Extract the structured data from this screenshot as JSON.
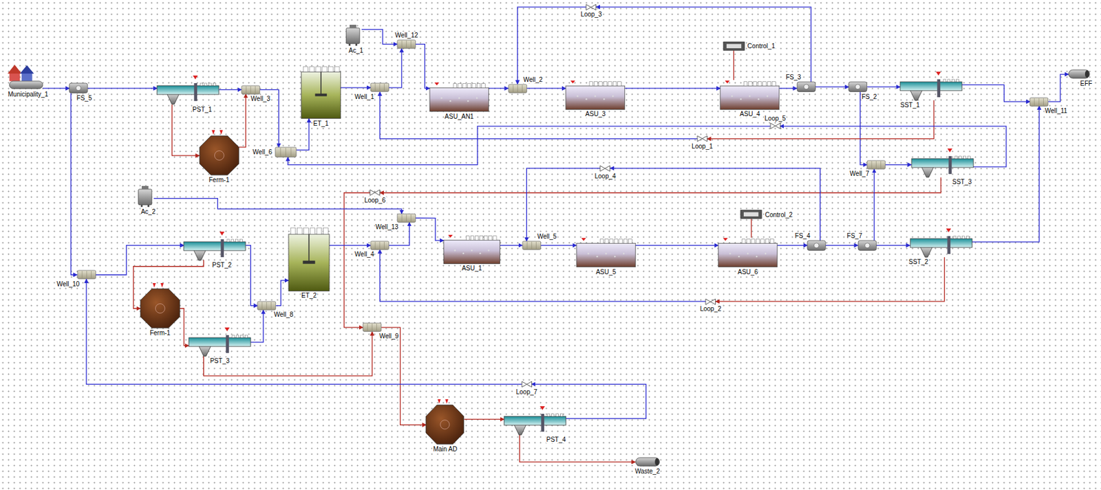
{
  "diagram": {
    "nodes": [
      {
        "text": [
          "Municipality_1"
        ]
      },
      {
        "text": [
          "FS_5"
        ]
      },
      {
        "text": [
          "PST_1"
        ]
      },
      {
        "text": [
          "Well_3"
        ]
      },
      {
        "text": [
          "Ferm-1"
        ]
      },
      {
        "text": [
          "Well_6"
        ]
      },
      {
        "text": [
          "ET_1"
        ]
      },
      {
        "text": [
          "Ac_1"
        ]
      },
      {
        "text": [
          "Well_12"
        ]
      },
      {
        "text": [
          "Well_1"
        ]
      },
      {
        "text": [
          "ASU_AN1"
        ]
      },
      {
        "text": [
          "Well_2"
        ]
      },
      {
        "text": [
          "ASU_3"
        ]
      },
      {
        "text": [
          "ASU_4"
        ]
      },
      {
        "text": [
          "Control_1"
        ]
      },
      {
        "text": [
          "FS_3"
        ]
      },
      {
        "text": [
          "FS_2"
        ]
      },
      {
        "text": [
          "SST_1"
        ]
      },
      {
        "text": [
          "Well_11"
        ]
      },
      {
        "text": [
          "EFF"
        ]
      },
      {
        "text": [
          "Loop_3"
        ]
      },
      {
        "text": [
          "Loop_1"
        ]
      },
      {
        "text": [
          "Loop_5"
        ]
      },
      {
        "text": [
          "SST_3"
        ]
      },
      {
        "text": [
          "Well_7"
        ]
      },
      {
        "text": [
          "Loop_4"
        ]
      },
      {
        "text": [
          "Loop_6"
        ]
      },
      {
        "text": [
          "Ac_2"
        ]
      },
      {
        "text": [
          "Well_13"
        ]
      },
      {
        "text": [
          "Well_4"
        ]
      },
      {
        "text": [
          "ASU_1"
        ]
      },
      {
        "text": [
          "Well_5"
        ]
      },
      {
        "text": [
          "ASU_5"
        ]
      },
      {
        "text": [
          "ASU_6"
        ]
      },
      {
        "text": [
          "Control_2"
        ]
      },
      {
        "text": [
          "FS_4"
        ]
      },
      {
        "text": [
          "FS_7"
        ]
      },
      {
        "text": [
          "SST_2"
        ]
      },
      {
        "text": [
          "Loop_2"
        ]
      },
      {
        "text": [
          "Well_10"
        ]
      },
      {
        "text": [
          "PST_2"
        ]
      },
      {
        "text": [
          "Ferm-1"
        ]
      },
      {
        "text": [
          "Well_8"
        ]
      },
      {
        "text": [
          "PST_3"
        ]
      },
      {
        "text": [
          "ET_2"
        ]
      },
      {
        "text": [
          "Well_9"
        ]
      },
      {
        "text": [
          "Loop_7"
        ]
      },
      {
        "text": [
          "Main AD"
        ]
      },
      {
        "text": [
          "PST_4"
        ]
      },
      {
        "text": [
          "Waste_2"
        ]
      }
    ],
    "edges": [
      {
        "from": 0,
        "to": 1,
        "arrow": "to"
      },
      {
        "from": 1,
        "to": 2,
        "arrow": "to"
      },
      {
        "from": 1,
        "to": 39,
        "arrow": "to"
      },
      {
        "from": 2,
        "to": 3,
        "arrow": "to"
      },
      {
        "from": 2,
        "to": 4,
        "arrow": "to"
      },
      {
        "from": 4,
        "to": 3,
        "arrow": "to"
      },
      {
        "from": 3,
        "to": 5,
        "arrow": "to"
      },
      {
        "from": 5,
        "to": 6,
        "arrow": "to"
      },
      {
        "from": 6,
        "to": 9,
        "arrow": "to"
      },
      {
        "from": 9,
        "to": 8,
        "arrow": "to"
      },
      {
        "from": 7,
        "to": 8,
        "arrow": "to"
      },
      {
        "from": 8,
        "to": 10,
        "arrow": "to"
      },
      {
        "from": 10,
        "to": 11,
        "arrow": "to"
      },
      {
        "from": 11,
        "to": 12,
        "arrow": "to"
      },
      {
        "from": 12,
        "to": 13,
        "arrow": "to"
      },
      {
        "from": 14,
        "to": 13,
        "arrow": "none"
      },
      {
        "from": 13,
        "to": 15,
        "arrow": "to"
      },
      {
        "from": 15,
        "to": 20,
        "arrow": "to"
      },
      {
        "from": 20,
        "to": 11,
        "arrow": "to"
      },
      {
        "from": 15,
        "to": 16,
        "arrow": "to"
      },
      {
        "from": 16,
        "to": 17,
        "arrow": "to"
      },
      {
        "from": 16,
        "to": 24,
        "arrow": "to"
      },
      {
        "from": 17,
        "to": 18,
        "arrow": "to"
      },
      {
        "from": 18,
        "to": 19,
        "arrow": "to"
      },
      {
        "from": 17,
        "to": 21,
        "arrow": "to"
      },
      {
        "from": 21,
        "to": 9,
        "arrow": "to"
      },
      {
        "from": 24,
        "to": 23,
        "arrow": "to"
      },
      {
        "from": 23,
        "to": 22,
        "arrow": "to"
      },
      {
        "from": 22,
        "to": 5,
        "arrow": "to"
      },
      {
        "from": 23,
        "to": 26,
        "arrow": "to"
      },
      {
        "from": 26,
        "to": 45,
        "arrow": "to"
      },
      {
        "from": 35,
        "to": 25,
        "arrow": "to"
      },
      {
        "from": 25,
        "to": 31,
        "arrow": "to"
      },
      {
        "from": 27,
        "to": 28,
        "arrow": "to"
      },
      {
        "from": 29,
        "to": 28,
        "arrow": "to"
      },
      {
        "from": 28,
        "to": 30,
        "arrow": "to"
      },
      {
        "from": 30,
        "to": 31,
        "arrow": "to"
      },
      {
        "from": 31,
        "to": 32,
        "arrow": "to"
      },
      {
        "from": 32,
        "to": 33,
        "arrow": "to"
      },
      {
        "from": 34,
        "to": 33,
        "arrow": "none"
      },
      {
        "from": 33,
        "to": 35,
        "arrow": "to"
      },
      {
        "from": 35,
        "to": 36,
        "arrow": "to"
      },
      {
        "from": 36,
        "to": 37,
        "arrow": "to"
      },
      {
        "from": 36,
        "to": 24,
        "arrow": "to"
      },
      {
        "from": 37,
        "to": 18,
        "arrow": "to"
      },
      {
        "from": 37,
        "to": 38,
        "arrow": "to"
      },
      {
        "from": 38,
        "to": 29,
        "arrow": "to"
      },
      {
        "from": 39,
        "to": 40,
        "arrow": "to"
      },
      {
        "from": 40,
        "to": 42,
        "arrow": "to"
      },
      {
        "from": 40,
        "to": 41,
        "arrow": "to"
      },
      {
        "from": 41,
        "to": 43,
        "arrow": "to"
      },
      {
        "from": 43,
        "to": 42,
        "arrow": "to"
      },
      {
        "from": 42,
        "to": 44,
        "arrow": "to"
      },
      {
        "from": 44,
        "to": 29,
        "arrow": "to"
      },
      {
        "from": 43,
        "to": 45,
        "arrow": "to"
      },
      {
        "from": 45,
        "to": 47,
        "arrow": "to"
      },
      {
        "from": 47,
        "to": 48,
        "arrow": "to"
      },
      {
        "from": 48,
        "to": 46,
        "arrow": "to"
      },
      {
        "from": 46,
        "to": 39,
        "arrow": "to"
      },
      {
        "from": 48,
        "to": 49,
        "arrow": "to"
      }
    ]
  }
}
